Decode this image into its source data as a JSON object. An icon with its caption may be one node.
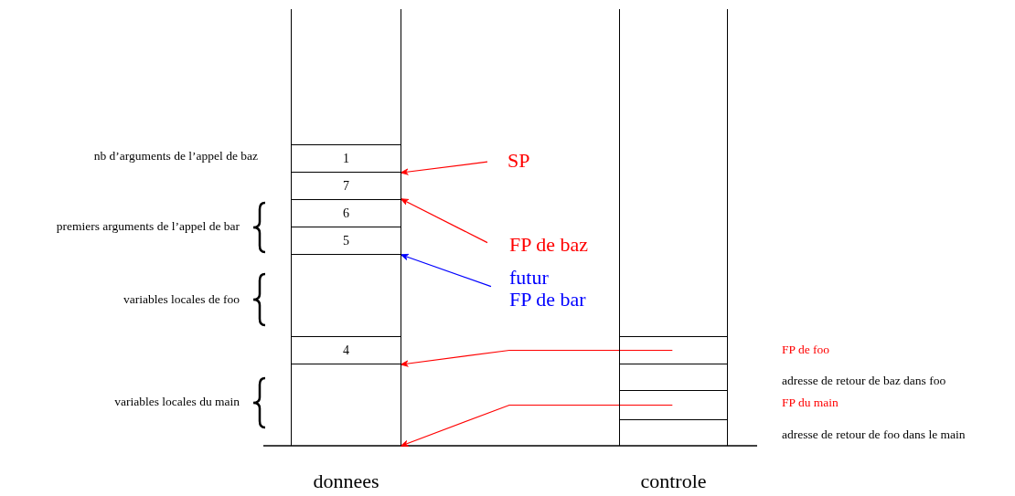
{
  "diagram": {
    "nodes": [
      {
        "text": [
          "donnees"
        ]
      },
      {
        "text": [
          "1"
        ],
        "in": 0
      },
      {
        "text": [
          "7"
        ],
        "in": 0
      },
      {
        "text": [
          "6"
        ],
        "in": 0
      },
      {
        "text": [
          "5"
        ],
        "in": 0
      },
      {
        "text": [
          "4"
        ],
        "in": 0
      },
      {
        "text": [
          "controle"
        ]
      },
      {
        "text": [],
        "shape": "box",
        "in": 6
      },
      {
        "text": [],
        "shape": "box",
        "in": 6
      },
      {
        "text": [
          "SP"
        ]
      },
      {
        "text": [
          "FP de baz"
        ]
      },
      {
        "text": [
          "futur",
          "FP de bar"
        ]
      }
    ],
    "edges": [
      {
        "from": 9,
        "to": 1,
        "arrow": "to"
      },
      {
        "from": 10,
        "to": 3,
        "arrow": "to"
      },
      {
        "from": 11,
        "to": 4,
        "arrow": "to",
        "color": "#0000ff"
      },
      {
        "from": 7,
        "to": 5,
        "arrow": "to"
      },
      {
        "from": 8,
        "to": 0,
        "arrow": "to"
      }
    ],
    "labels": [
      "nb d’arguments de l’appel de baz",
      "premiers arguments de l’appel de bar",
      "variables locales de foo",
      "FP de foo",
      "adresse de retour de baz dans foo",
      "variables locales du main",
      "FP du main",
      "adresse de retour de foo dans le main"
    ]
  }
}
